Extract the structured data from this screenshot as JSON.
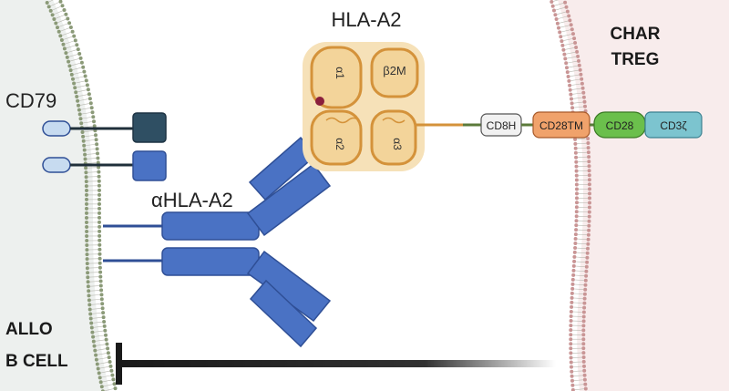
{
  "labels": {
    "hla_a2": "HLA-A2",
    "char_treg_line1": "CHAR",
    "char_treg_line2": "TREG",
    "cd79": "CD79",
    "anti_hla_a2": "αHLA-A2",
    "allo_b_cell_line1": "ALLO",
    "allo_b_cell_line2": "B CELL"
  },
  "hla_domains": {
    "alpha1": "α1",
    "alpha2": "α2",
    "alpha3": "α3",
    "beta2m": "β2M"
  },
  "car_domains": {
    "cd8h": "CD8H",
    "cd28tm": "CD28TM",
    "cd28": "CD28",
    "cd3z": "CD3ζ"
  },
  "colors": {
    "b_cell_fill": "#edf0ee",
    "treg_fill": "#f8ecec",
    "b_membrane_dots": "#8b9a78",
    "treg_membrane_dots": "#c99595",
    "antibody_blue": "#4a72c4",
    "antibody_stroke": "#2f4f96",
    "hla_fill": "#f3d49a",
    "hla_stroke": "#d4923a",
    "cd79_dark": "#2f4f63",
    "cd79_blue": "#4a72c4",
    "cd79_pill": "#c7dbf0",
    "cd8h_fill": "#f1f1f1",
    "cd28tm_fill": "#f0a26b",
    "cd28_fill": "#6bbf4c",
    "cd3z_fill": "#7cc4cf",
    "linker_green": "#5b7a3a",
    "inhibition_bar": "#1a1a1a"
  }
}
